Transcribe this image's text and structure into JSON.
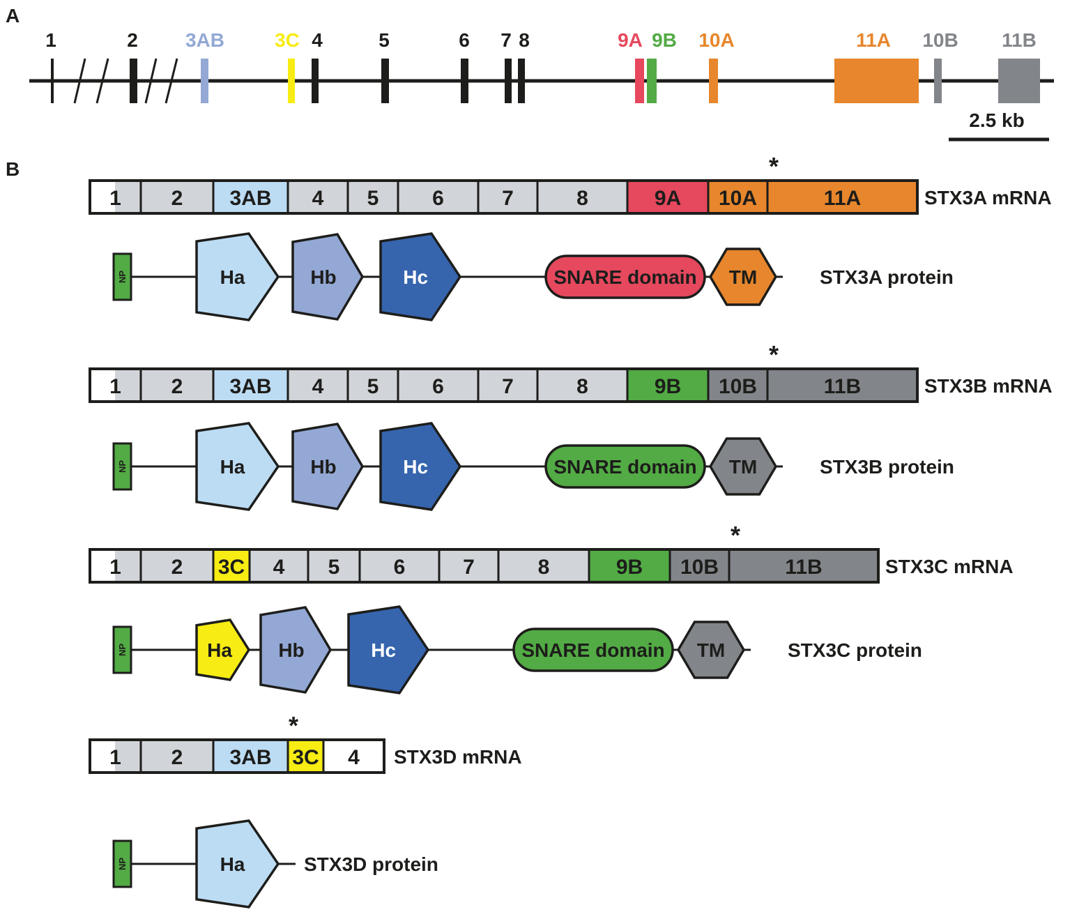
{
  "colors": {
    "black": "#1d1d1b",
    "light_gray": "#d1d4d8",
    "light_blue": "#bcdcf3",
    "periwinkle": "#93a8d4",
    "dark_blue": "#3665ae",
    "yellow": "#f7ec13",
    "red": "#e6485e",
    "green": "#52ab44",
    "orange": "#e7862c",
    "gray": "#828589",
    "white": "#ffffff"
  },
  "panel_a": {
    "label": "A",
    "exons": [
      {
        "id": "e1",
        "label": "1",
        "color": "black"
      },
      {
        "id": "e2",
        "label": "2",
        "color": "black"
      },
      {
        "id": "e3ab",
        "label": "3AB",
        "color": "periwinkle"
      },
      {
        "id": "e3c",
        "label": "3C",
        "color": "yellow"
      },
      {
        "id": "e4",
        "label": "4",
        "color": "black"
      },
      {
        "id": "e5",
        "label": "5",
        "color": "black"
      },
      {
        "id": "e6",
        "label": "6",
        "color": "black"
      },
      {
        "id": "e7",
        "label": "7",
        "color": "black"
      },
      {
        "id": "e8",
        "label": "8",
        "color": "black"
      },
      {
        "id": "e9a",
        "label": "9A",
        "color": "red"
      },
      {
        "id": "e9b",
        "label": "9B",
        "color": "green"
      },
      {
        "id": "e10a",
        "label": "10A",
        "color": "orange"
      },
      {
        "id": "e11a",
        "label": "11A",
        "color": "orange"
      },
      {
        "id": "e10b",
        "label": "10B",
        "color": "gray"
      },
      {
        "id": "e11b",
        "label": "11B",
        "color": "gray"
      }
    ],
    "scale_bar": "2.5 kb"
  },
  "panel_b": {
    "label": "B",
    "stop_marker": "*",
    "transcripts": [
      {
        "id": "stx3a",
        "mrna_label": "STX3A mRNA",
        "exons": [
          {
            "label": "1",
            "color": "light_gray"
          },
          {
            "label": "2",
            "color": "light_gray"
          },
          {
            "label": "3AB",
            "color": "light_blue"
          },
          {
            "label": "4",
            "color": "light_gray"
          },
          {
            "label": "5",
            "color": "light_gray"
          },
          {
            "label": "6",
            "color": "light_gray"
          },
          {
            "label": "7",
            "color": "light_gray"
          },
          {
            "label": "8",
            "color": "light_gray"
          },
          {
            "label": "9A",
            "color": "red"
          },
          {
            "label": "10A",
            "color": "orange"
          },
          {
            "label": "11A",
            "color": "orange"
          }
        ],
        "protein_label": "STX3A protein",
        "domains": [
          {
            "label": "NP",
            "color": "green"
          },
          {
            "label": "Ha",
            "color": "light_blue"
          },
          {
            "label": "Hb",
            "color": "periwinkle"
          },
          {
            "label": "Hc",
            "color": "dark_blue"
          },
          {
            "label": "SNARE domain",
            "color": "red"
          },
          {
            "label": "TM",
            "color": "orange"
          }
        ]
      },
      {
        "id": "stx3b",
        "mrna_label": "STX3B mRNA",
        "exons": [
          {
            "label": "1",
            "color": "light_gray"
          },
          {
            "label": "2",
            "color": "light_gray"
          },
          {
            "label": "3AB",
            "color": "light_blue"
          },
          {
            "label": "4",
            "color": "light_gray"
          },
          {
            "label": "5",
            "color": "light_gray"
          },
          {
            "label": "6",
            "color": "light_gray"
          },
          {
            "label": "7",
            "color": "light_gray"
          },
          {
            "label": "8",
            "color": "light_gray"
          },
          {
            "label": "9B",
            "color": "green"
          },
          {
            "label": "10B",
            "color": "gray"
          },
          {
            "label": "11B",
            "color": "gray"
          }
        ],
        "protein_label": "STX3B protein",
        "domains": [
          {
            "label": "NP",
            "color": "green"
          },
          {
            "label": "Ha",
            "color": "light_blue"
          },
          {
            "label": "Hb",
            "color": "periwinkle"
          },
          {
            "label": "Hc",
            "color": "dark_blue"
          },
          {
            "label": "SNARE domain",
            "color": "green"
          },
          {
            "label": "TM",
            "color": "gray"
          }
        ]
      },
      {
        "id": "stx3c",
        "mrna_label": "STX3C mRNA",
        "exons": [
          {
            "label": "1",
            "color": "light_gray"
          },
          {
            "label": "2",
            "color": "light_gray"
          },
          {
            "label": "3C",
            "color": "yellow"
          },
          {
            "label": "4",
            "color": "light_gray"
          },
          {
            "label": "5",
            "color": "light_gray"
          },
          {
            "label": "6",
            "color": "light_gray"
          },
          {
            "label": "7",
            "color": "light_gray"
          },
          {
            "label": "8",
            "color": "light_gray"
          },
          {
            "label": "9B",
            "color": "green"
          },
          {
            "label": "10B",
            "color": "gray"
          },
          {
            "label": "11B",
            "color": "gray"
          }
        ],
        "protein_label": "STX3C protein",
        "domains": [
          {
            "label": "NP",
            "color": "green"
          },
          {
            "label": "Ha",
            "color": "yellow"
          },
          {
            "label": "Hb",
            "color": "periwinkle"
          },
          {
            "label": "Hc",
            "color": "dark_blue"
          },
          {
            "label": "SNARE domain",
            "color": "green"
          },
          {
            "label": "TM",
            "color": "gray"
          }
        ]
      },
      {
        "id": "stx3d",
        "mrna_label": "STX3D mRNA",
        "exons": [
          {
            "label": "1",
            "color": "light_gray"
          },
          {
            "label": "2",
            "color": "light_gray"
          },
          {
            "label": "3AB",
            "color": "light_blue"
          },
          {
            "label": "3C",
            "color": "yellow"
          },
          {
            "label": "4",
            "color": "white"
          }
        ],
        "protein_label": "STX3D protein",
        "domains": [
          {
            "label": "NP",
            "color": "green"
          },
          {
            "label": "Ha",
            "color": "light_blue"
          }
        ]
      }
    ]
  }
}
